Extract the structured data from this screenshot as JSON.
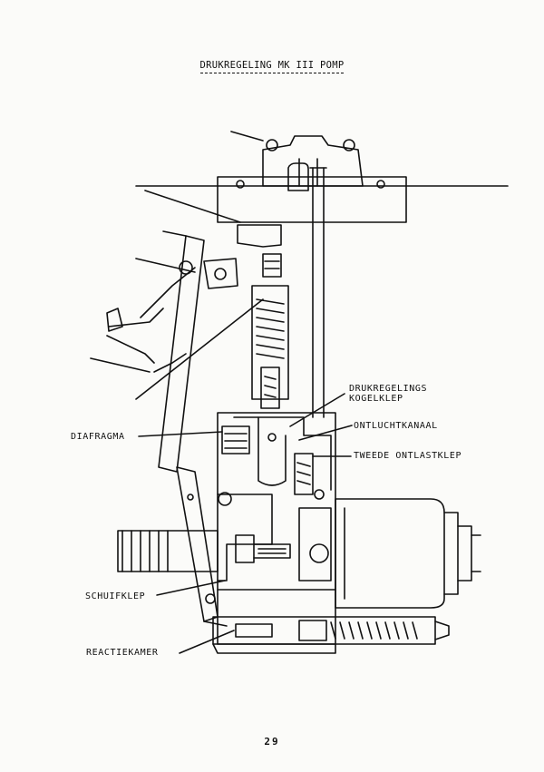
{
  "title": "DRUKREGELING MK III POMP",
  "labels": {
    "drukregelings_line1": "DRUKREGELINGS",
    "drukregelings_line2": "KOGELKLEP",
    "ontluchtkanaal": "ONTLUCHTKANAAL",
    "tweede_ontlastklep": "TWEEDE ONTLASTKLEP",
    "diafragma": "DIAFRAGMA",
    "schuifklep": "SCHUIFKLEP",
    "reactiekamer": "REACTIEKAMER"
  },
  "page_number": "29"
}
